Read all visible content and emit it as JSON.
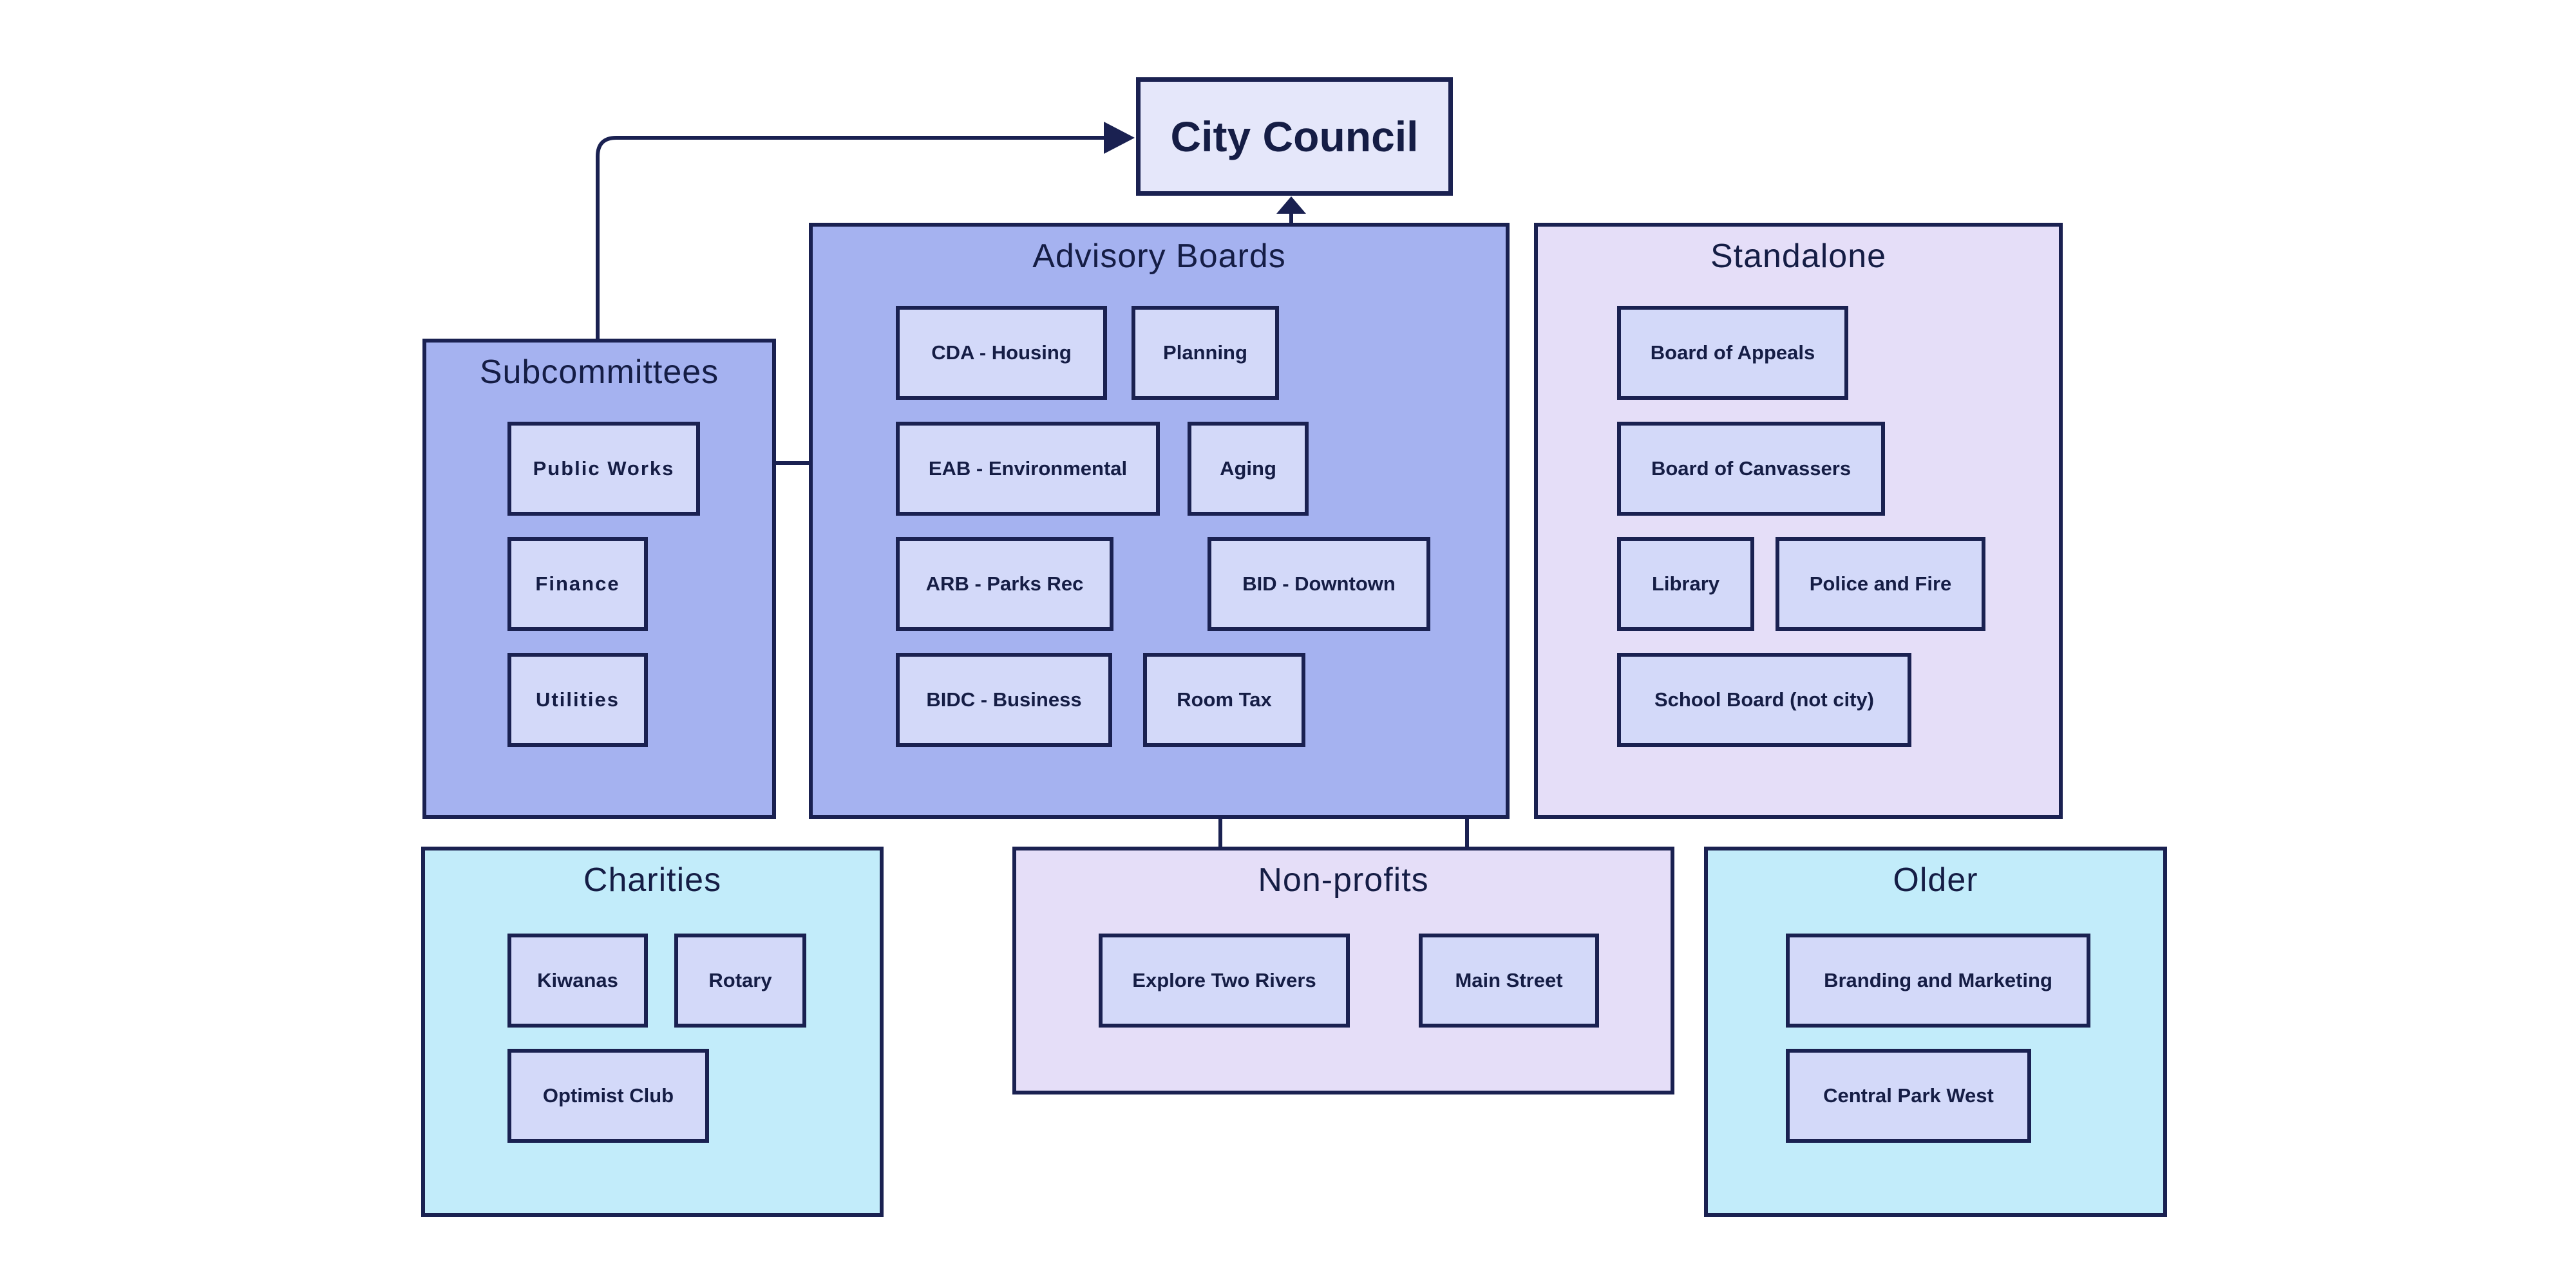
{
  "diagram": {
    "root": {
      "label": "City Council"
    },
    "sections": [
      {
        "title": "Subcommittees",
        "items": [
          "Public Works",
          "Finance",
          "Utilities"
        ]
      },
      {
        "title": "Advisory Boards",
        "items": [
          "CDA - Housing",
          "Planning",
          "EAB - Environmental",
          "Aging",
          "ARB - Parks Rec",
          "BID - Downtown",
          "BIDC - Business",
          "Room Tax"
        ]
      },
      {
        "title": "Standalone",
        "items": [
          "Board of Appeals",
          "Board of Canvassers",
          "Library",
          "Police and Fire",
          "School Board (not city)"
        ]
      },
      {
        "title": "Charities",
        "items": [
          "Kiwanas",
          "Rotary",
          "Optimist Club"
        ]
      },
      {
        "title": "Non-profits",
        "items": [
          "Explore Two Rivers",
          "Main Street"
        ]
      },
      {
        "title": "Older",
        "items": [
          "Branding and Marketing",
          "Central Park West"
        ]
      }
    ],
    "connections": [
      {
        "from": "Subcommittees",
        "to": "City Council",
        "arrow": true
      },
      {
        "from": "Advisory Boards",
        "to": "City Council",
        "arrow": true
      },
      {
        "from": "EAB - Environmental",
        "to": "Public Works",
        "arrow": true
      },
      {
        "from": "Room Tax",
        "to": "Explore Two Rivers",
        "arrow": false
      },
      {
        "from": "BID - Downtown",
        "to": "Main Street",
        "arrow": false
      }
    ],
    "colors": {
      "background": "#ffffff",
      "stroke": "#1a2151",
      "text": "#151d45",
      "container_blue": "#a5b2f0",
      "container_lilac": "#e5def8",
      "container_cyan": "#c2ecfa",
      "node_fill": "#d3d9f9",
      "root_fill": "#e5e7fa"
    }
  }
}
